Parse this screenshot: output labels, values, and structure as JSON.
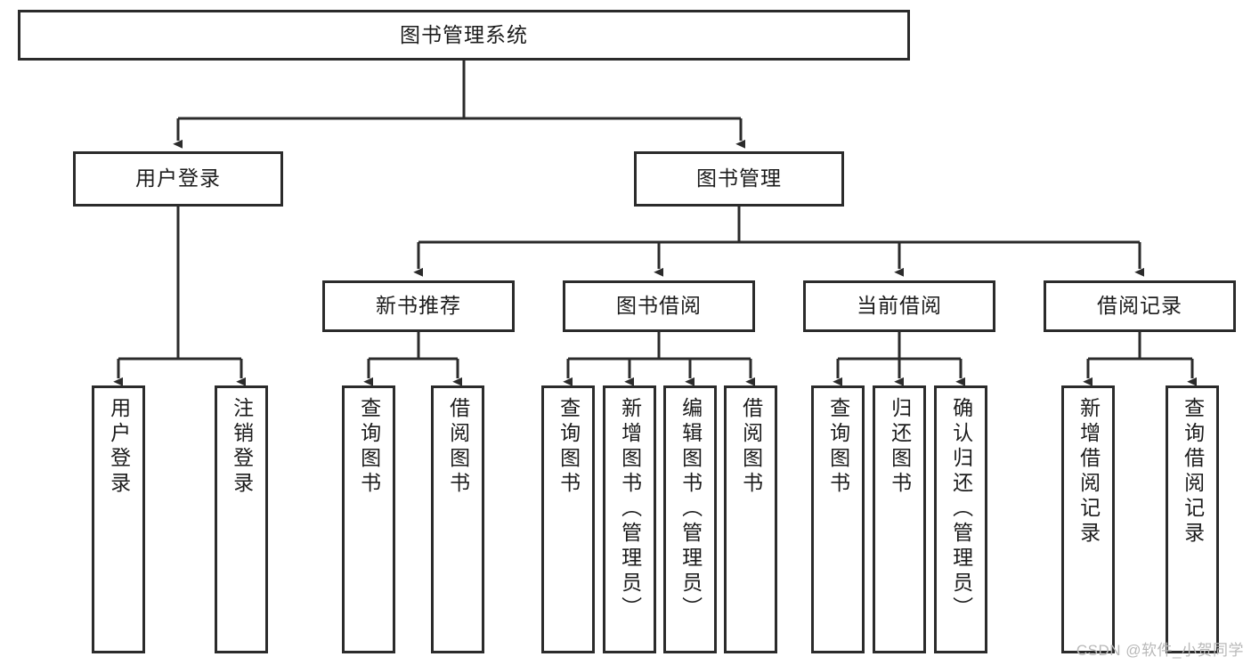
{
  "diagram": {
    "type": "tree-hierarchy-chart",
    "title_node": "图书管理系统",
    "stroke_color": "#2b2b2b",
    "fill_color": "#ffffff",
    "text_color": "#1c1c1c",
    "background": "#ffffff"
  },
  "root": {
    "label": "图书管理系统"
  },
  "level2": [
    {
      "label": "用户登录"
    },
    {
      "label": "图书管理"
    }
  ],
  "level3": [
    {
      "label": "新书推荐"
    },
    {
      "label": "图书借阅"
    },
    {
      "label": "当前借阅"
    },
    {
      "label": "借阅记录"
    }
  ],
  "leaves": {
    "user_login": [
      {
        "label": "用户登录"
      },
      {
        "label": "注销登录"
      }
    ],
    "new_book_recommend": [
      {
        "label": "查询图书"
      },
      {
        "label": "借阅图书"
      }
    ],
    "book_borrow": [
      {
        "label": "查询图书"
      },
      {
        "label": "新增图书（管理员）"
      },
      {
        "label": "编辑图书（管理员）"
      },
      {
        "label": "借阅图书"
      }
    ],
    "current_borrow": [
      {
        "label": "查询图书"
      },
      {
        "label": "归还图书"
      },
      {
        "label": "确认归还（管理员）"
      }
    ],
    "borrow_record": [
      {
        "label": "新增借阅记录"
      },
      {
        "label": "查询借阅记录"
      }
    ]
  },
  "watermark": {
    "label": "CSDN @软件_小贺同学"
  }
}
